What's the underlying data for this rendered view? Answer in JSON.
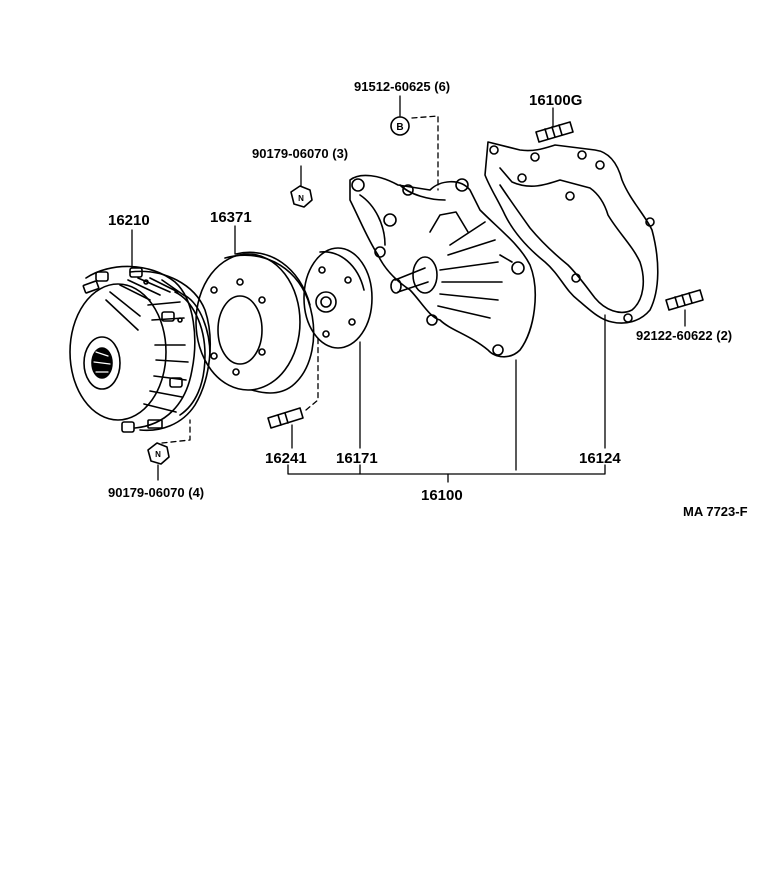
{
  "labels": {
    "p91512": "91512-60625 (6)",
    "p16100g": "16100G",
    "p90179_3": "90179-06070 (3)",
    "p16210": "16210",
    "p16371": "16371",
    "p92122": "92122-60622 (2)",
    "p16241": "16241",
    "p16171": "16171",
    "p16124": "16124",
    "p16100": "16100",
    "p90179_4": "90179-06070 (4)",
    "ref": "MA 7723-F"
  },
  "fastener_marks": {
    "bolt": "B",
    "nut": "N"
  }
}
